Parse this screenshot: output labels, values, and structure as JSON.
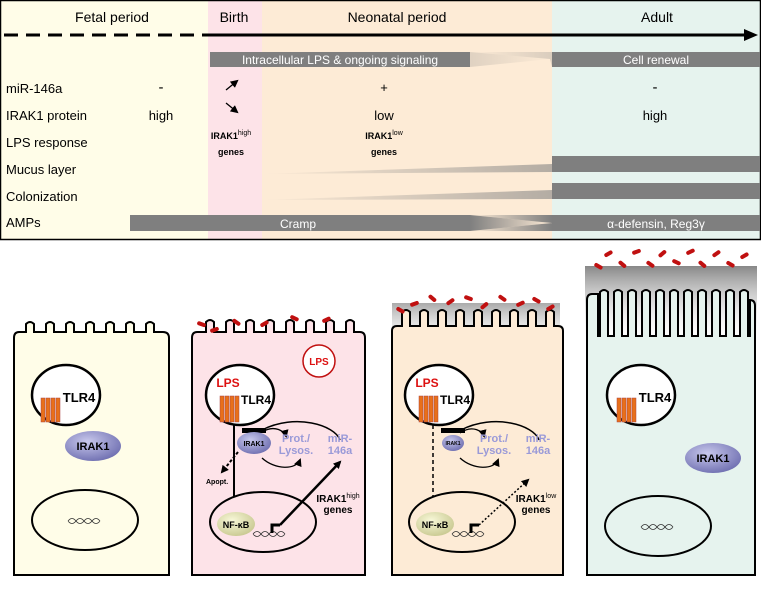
{
  "periods": {
    "fetal": "Fetal period",
    "birth": "Birth",
    "neonatal": "Neonatal period",
    "adult": "Adult"
  },
  "bands": {
    "lps_signaling": "Intracellular LPS & ongoing signaling",
    "cell_renewal": "Cell renewal",
    "cramp": "Cramp",
    "defensin": "α-defensin, Reg3γ"
  },
  "rows": {
    "mir146a": {
      "label": "miR-146a",
      "fetal": "-",
      "neonatal": "+",
      "adult": "-"
    },
    "irak1": {
      "label": "IRAK1 protein",
      "fetal": "high",
      "neonatal": "low",
      "adult": "high"
    },
    "lps_response": {
      "label": "LPS response",
      "birth_main": "IRAK1",
      "birth_sup": "high",
      "birth_sub": "genes",
      "neonatal_main": "IRAK1",
      "neonatal_sup": "low",
      "neonatal_sub": "genes"
    },
    "mucus": {
      "label": "Mucus layer"
    },
    "colonization": {
      "label": "Colonization"
    },
    "amps": {
      "label": "AMPs"
    }
  },
  "cells": {
    "fetal": {
      "tlr4": "TLR4",
      "irak1": "IRAK1"
    },
    "birth": {
      "lps_free": "LPS",
      "lps": "LPS",
      "tlr4": "TLR4",
      "irak1": "IRAK1",
      "prot1": "Prot./",
      "prot2": "Lysos.",
      "mir1": "miR-",
      "mir2": "146a",
      "apopt": "Apopt.",
      "nfkb": "NF-κB",
      "genes_main": "IRAK1",
      "genes_sup": "high",
      "genes_sub": "genes"
    },
    "neonatal": {
      "lps": "LPS",
      "tlr4": "TLR4",
      "irak1": "IRAK1",
      "prot1": "Prot./",
      "prot2": "Lysos.",
      "mir1": "miR-",
      "mir2": "146a",
      "nfkb": "NF-κB",
      "genes_main": "IRAK1",
      "genes_sup": "low",
      "genes_sub": "genes"
    },
    "adult": {
      "tlr4": "TLR4",
      "irak1": "IRAK1"
    }
  },
  "colors": {
    "fetal_bg": "#fffde8",
    "birth_bg": "#fde3e8",
    "neonatal_bg": "#fdebd6",
    "adult_bg": "#e6f3ee",
    "band_gray": "#7f7f7f",
    "lps_red": "#dd1111",
    "tlr4_orange": "#e8701a",
    "irak1_purple": "#8f8fc8",
    "mir_blue": "#9a9ad8",
    "nfkb_yellow": "#e8e8b8",
    "bacteria": "#c01010"
  }
}
